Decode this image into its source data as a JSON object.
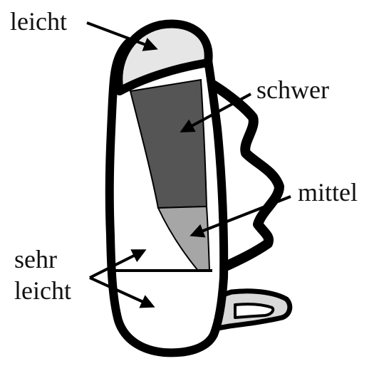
{
  "labels": {
    "top": "leicht",
    "heavy": "schwer",
    "medium": "mittel",
    "very_light_line1": "sehr",
    "very_light_line2": "leicht"
  },
  "zones": {
    "top_compartment": "leicht",
    "back_core": "schwer",
    "middle_core": "mittel",
    "bottom_compartment": "sehr leicht"
  },
  "colors": {
    "outline": "#000000",
    "light_fill": "#e6e6e6",
    "heavy_fill": "#555555",
    "medium_fill": "#a6a6a6",
    "very_light_fill": "#ffffff",
    "strap_fill": "#d9d9d9"
  }
}
